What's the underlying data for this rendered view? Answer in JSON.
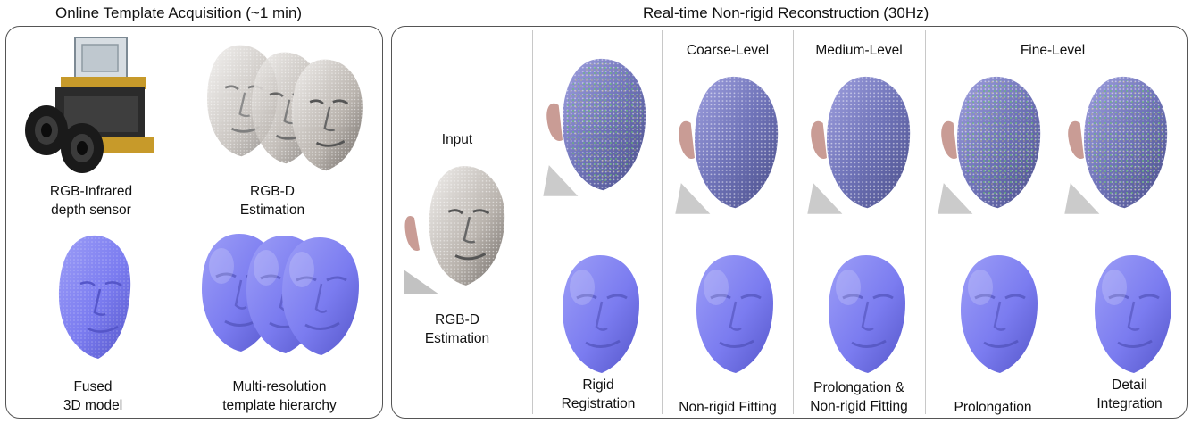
{
  "left_panel": {
    "title": "Online Template Acquisition (~1 min)",
    "cells": [
      {
        "id": "sensor",
        "lines": [
          "RGB-Infrared",
          "depth sensor"
        ]
      },
      {
        "id": "rgbd",
        "lines": [
          "RGB-D",
          "Estimation"
        ]
      },
      {
        "id": "fused",
        "lines": [
          "Fused",
          "3D model"
        ]
      },
      {
        "id": "hierarchy",
        "lines": [
          "Multi-resolution",
          "template hierarchy"
        ]
      }
    ]
  },
  "right_panel": {
    "title": "Real-time Non-rigid Reconstruction (30Hz)",
    "levels": [
      "Coarse-Level",
      "Medium-Level",
      "Fine-Level"
    ],
    "input": {
      "top": "Input",
      "lines": [
        "RGB-D",
        "Estimation"
      ]
    },
    "columns": [
      {
        "id": "rigid",
        "lines": [
          "Rigid",
          "Registration"
        ]
      },
      {
        "id": "coarse",
        "lines": [
          "Non-rigid Fitting"
        ]
      },
      {
        "id": "medium",
        "lines": [
          "Prolongation &",
          "Non-rigid Fitting"
        ]
      },
      {
        "id": "prolong",
        "lines": [
          "Prolongation"
        ]
      },
      {
        "id": "detail",
        "lines": [
          "Detail",
          "Integration"
        ]
      }
    ]
  },
  "colors": {
    "face_blue": "#7b7cf0",
    "panel_border": "#555555",
    "divider": "#c8c8c8",
    "noise_green": "#5aa05a"
  }
}
